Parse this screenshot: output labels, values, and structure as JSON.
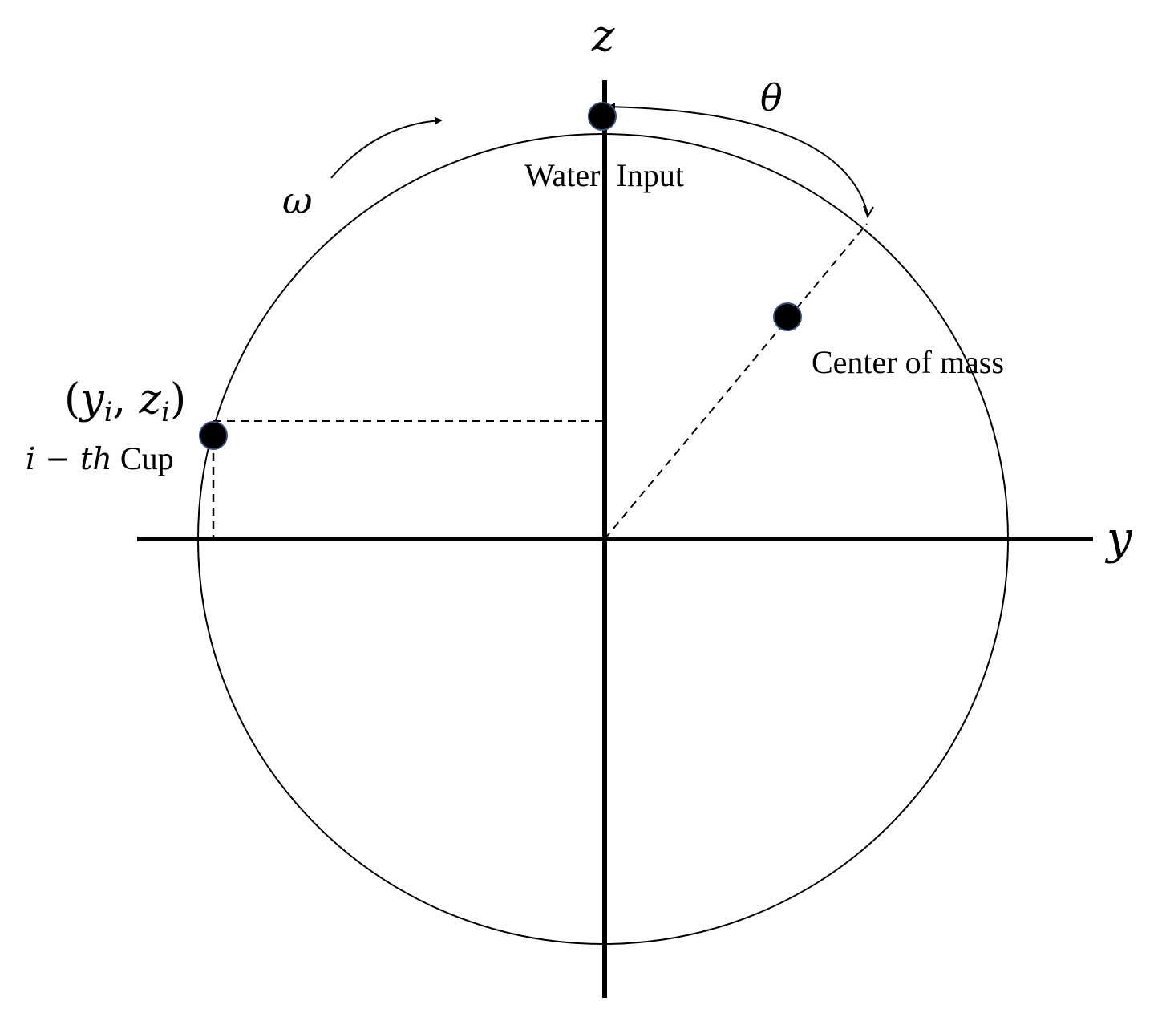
{
  "axes": {
    "z_label": "z",
    "y_label": "y"
  },
  "symbols": {
    "omega": "ω",
    "theta": "θ"
  },
  "points": {
    "water_input_label": "Water  Input",
    "center_of_mass_label": "Center of mass",
    "cup_coordinate_open": "(",
    "cup_coordinate_y": "y",
    "cup_coordinate_y_sub": "i",
    "cup_coordinate_sep": ", ",
    "cup_coordinate_z": "z",
    "cup_coordinate_z_sub": "i",
    "cup_coordinate_close": ")",
    "cup_label_math": "i − th",
    "cup_label_text": " Cup"
  },
  "colors": {
    "ink": "#000000",
    "dot_fill": "#000000",
    "dot_outline": "#3a4f7a",
    "background": "#ffffff"
  }
}
